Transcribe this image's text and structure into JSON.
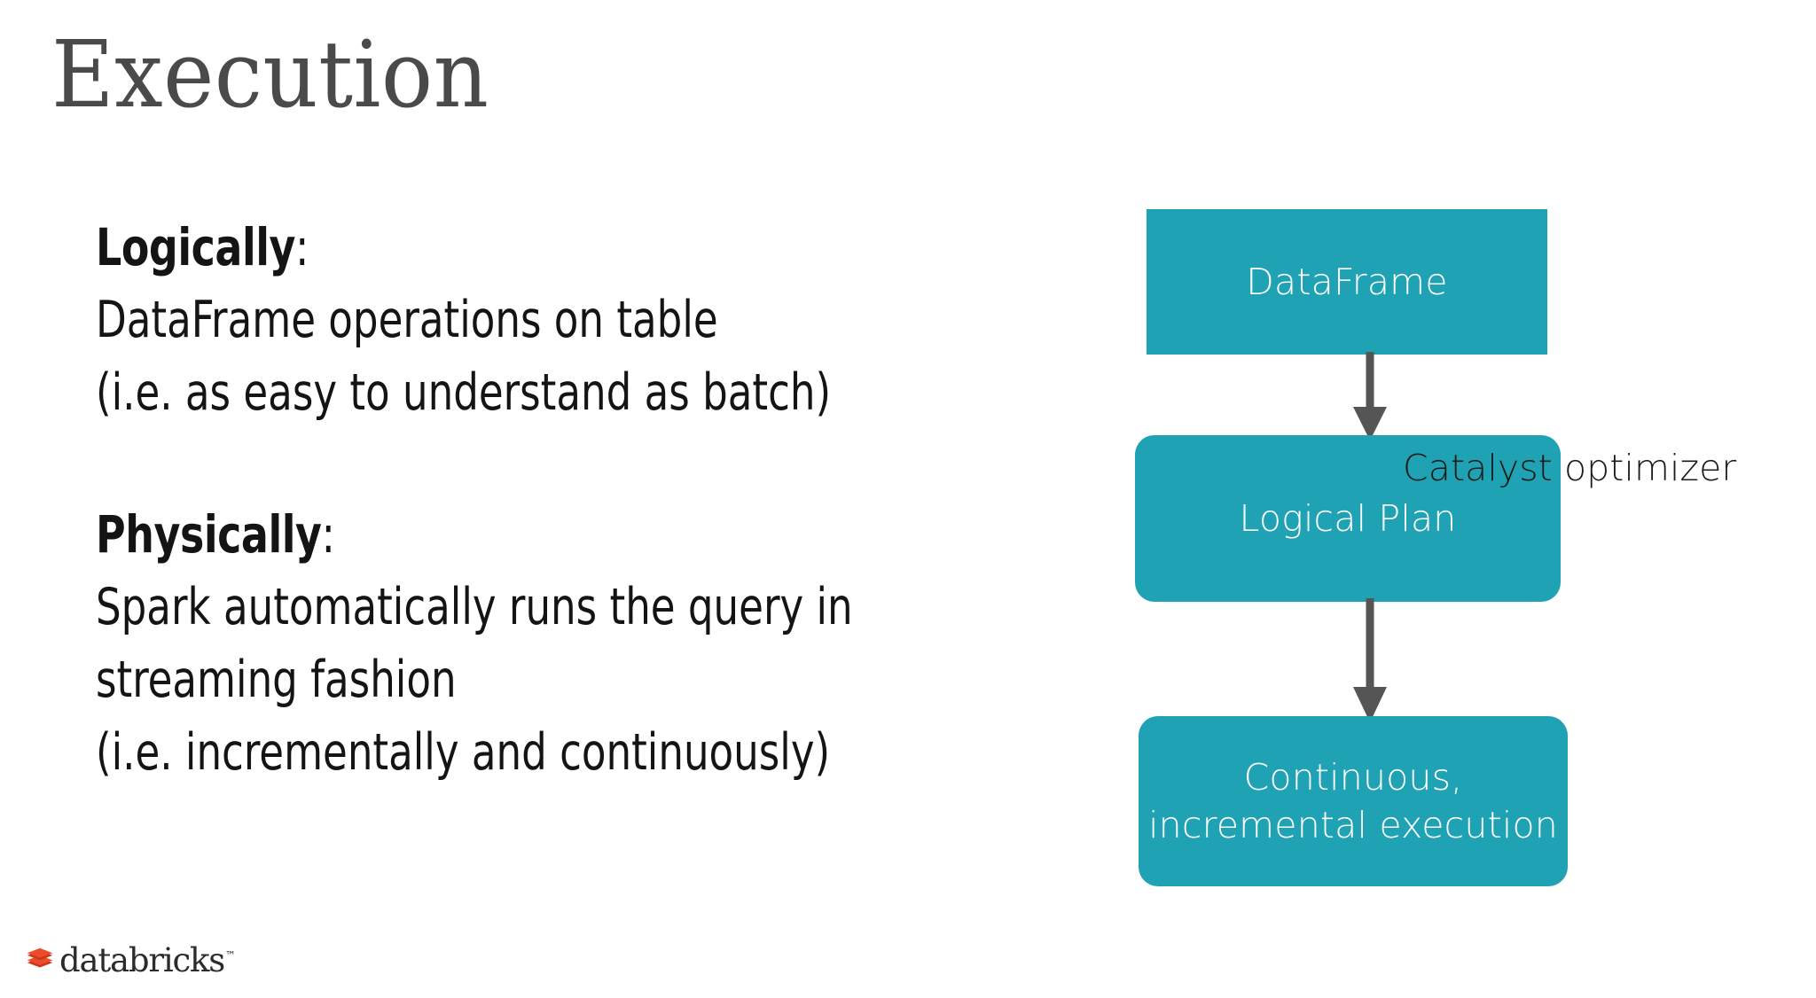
{
  "slide": {
    "title": "Execution",
    "background_color": "#FFFFFF",
    "title_color": "#4A4A4A"
  },
  "body": {
    "section_logical": {
      "lead": "Logically",
      "lead_punct": ":",
      "lines": [
        "DataFrame operations on table",
        "(i.e. as easy to understand as batch)"
      ]
    },
    "section_physical": {
      "lead": "Physically",
      "lead_punct": ":",
      "lines": [
        "Spark automatically runs the query in",
        "streaming fashion",
        "(i.e. incrementally and continuously)"
      ]
    }
  },
  "diagram": {
    "accent_color": "#1FA2B4",
    "arrow_color": "#555555",
    "node_text_color": "#FFFFFF",
    "nodes": [
      {
        "id": "dataframe",
        "label": "DataFrame"
      },
      {
        "id": "logical-plan",
        "label": "Logical Plan"
      },
      {
        "id": "execution",
        "label_line1": "Continuous,",
        "label_line2": "incremental execution"
      }
    ],
    "edge_label": "Catalyst optimizer"
  },
  "footer": {
    "brand": "databricks",
    "trademark": "™",
    "logo_color_light": "#EE4B2B",
    "logo_color_dark": "#C9381C"
  }
}
